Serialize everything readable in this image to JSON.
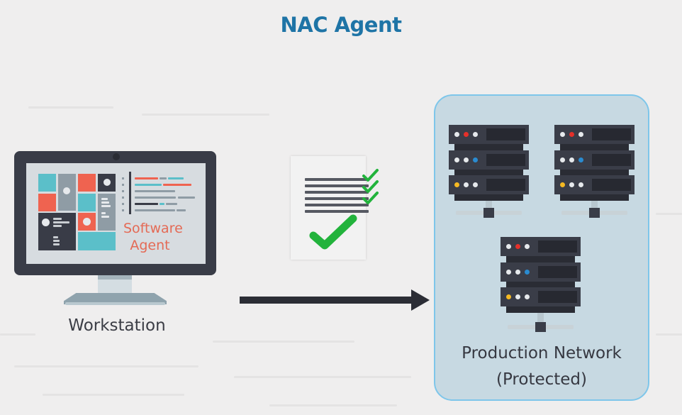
{
  "title": "NAC Agent",
  "workstation": {
    "label": "Workstation",
    "screen_label_line1": "Software",
    "screen_label_line2": "Agent",
    "icon": "monitor-icon"
  },
  "policy_document": {
    "icon": "checklist-document-icon",
    "check_count": 3,
    "approval_icon": "checkmark-icon"
  },
  "flow": {
    "icon": "arrow-right-icon",
    "direction": "workstation-to-network"
  },
  "network": {
    "label_line1": "Production Network",
    "label_line2": "(Protected)",
    "server_count": 3,
    "server_icon": "server-rack-icon"
  },
  "colors": {
    "title": "#1e74a6",
    "accent_red": "#ef6350",
    "accent_teal": "#5bbfc9",
    "dark": "#393c47",
    "check_green": "#22b33c",
    "network_fill": "#c7d9e2",
    "network_border": "#7ec6ea",
    "led_red": "#e5302a",
    "led_blue": "#2a8bd0",
    "led_yellow": "#f5b922"
  }
}
